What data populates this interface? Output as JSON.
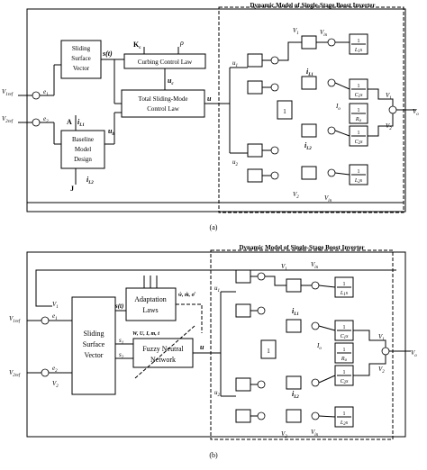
{
  "diagram_a": {
    "caption": "(a)",
    "dynamic_title": "Dynamic Model of Single-Stage Boost Inverter",
    "sliding_surface": [
      "Sliding",
      "Surface",
      "Vector"
    ],
    "s_t": "s(t)",
    "kc": "K",
    "kc_sub": "c",
    "rho": "ρ",
    "curbing": "Curbing Control Law",
    "uc": "u",
    "uc_sub": "c",
    "total": [
      "Total Sliding-Mode",
      "Control Law"
    ],
    "ub": "u",
    "ub_sub": "b",
    "u": "u",
    "baseline": [
      "Baseline",
      "Model",
      "Design"
    ],
    "A": "A",
    "J": "J",
    "iL1": "i",
    "iL1_sub": "L1",
    "iL2": "i",
    "iL2_sub": "L2",
    "v1ref": "V",
    "v1ref_sub": "1ref",
    "v2ref": "V",
    "v2ref_sub": "2ref",
    "e1": "e",
    "e1_sub": "1",
    "e2": "e",
    "e2_sub": "2",
    "u1": "u",
    "u1_sub": "1",
    "u2": "u",
    "u2_sub": "2",
    "V1": "V",
    "V1_sub": "1",
    "V2": "V",
    "V2_sub": "2",
    "Vin": "V",
    "Vin_sub": "in",
    "Io": "I",
    "Io_sub": "o",
    "Vo": "V",
    "Vo_sub": "o",
    "one": "1",
    "L1s": "L",
    "L1s_sub": "1",
    "C1s": "C",
    "C1s_sub": "1",
    "Ro": "R",
    "Ro_sub": "o",
    "C2s": "C",
    "C2s_sub": "2",
    "L2s": "L",
    "L2s_sub": "2",
    "s": "s"
  },
  "diagram_b": {
    "caption": "(b)",
    "dynamic_title": "Dynamic Model of Single-Stage Boost Inverter",
    "sliding_surface": [
      "Sliding",
      "Surface",
      "Vector"
    ],
    "s_t": "s(t)",
    "s1": "s",
    "s1_sub": "1",
    "s2": "s",
    "s2_sub": "2",
    "adaptation": [
      "Adaptation",
      "Laws"
    ],
    "fuzzy": [
      "Fuzzy Neutral",
      "Network"
    ],
    "w_m_sigma": "ŵ, m̂, σ̂",
    "inputs": "W, U, I, m, t",
    "u": "u",
    "v1ref": "V",
    "v1ref_sub": "1ref",
    "v2ref": "V",
    "v2ref_sub": "2ref",
    "e1": "e",
    "e1_sub": "1",
    "e2": "e",
    "e2_sub": "2",
    "u1": "u",
    "u1_sub": "1",
    "u2": "u",
    "u2_sub": "2",
    "V1": "V",
    "V1_sub": "1",
    "V2": "V",
    "V2_sub": "2",
    "Vin": "V",
    "Vin_sub": "in",
    "Io": "I",
    "Io_sub": "o",
    "Vo": "V",
    "Vo_sub": "o",
    "one": "1",
    "iL1": "i",
    "iL1_sub": "L1",
    "iL2": "i",
    "iL2_sub": "L2",
    "L1s": "L",
    "L1s_sub": "1",
    "C1s": "C",
    "C1s_sub": "1",
    "Ro": "R",
    "Ro_sub": "o",
    "C2s": "C",
    "C2s_sub": "2",
    "L2s": "L",
    "L2s_sub": "2",
    "s": "s"
  }
}
